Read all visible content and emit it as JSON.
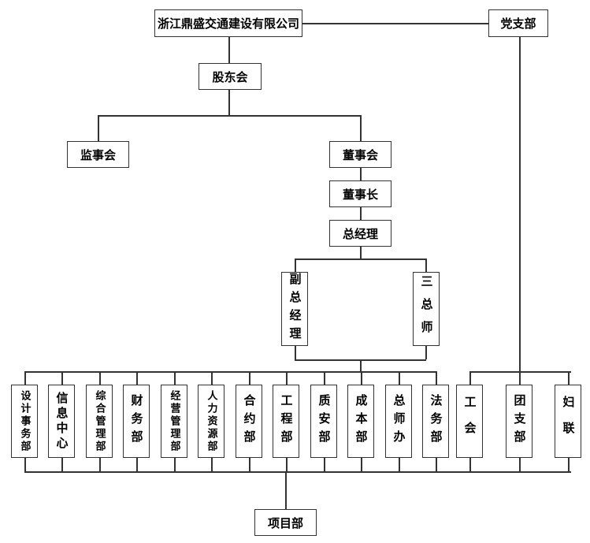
{
  "company": "浙江鼎盛交通建设有限公司",
  "party_branch": "党支部",
  "shareholders_meeting": "股东会",
  "supervisory_board": "监事会",
  "board_of_directors": "董事会",
  "chairman": "董事长",
  "general_manager": "总经理",
  "deputy_general_manager": "副总经理",
  "three_chief_engineers": "三总师",
  "departments": [
    "设计事务部",
    "信息中心",
    "综合管理部",
    "财务部",
    "经营管理部",
    "人力资源部",
    "合约部",
    "工程部",
    "质安部",
    "成本部",
    "总师办",
    "法务部"
  ],
  "party_orgs": [
    "工会",
    "团支部",
    "妇联"
  ],
  "project_department": "项目部"
}
